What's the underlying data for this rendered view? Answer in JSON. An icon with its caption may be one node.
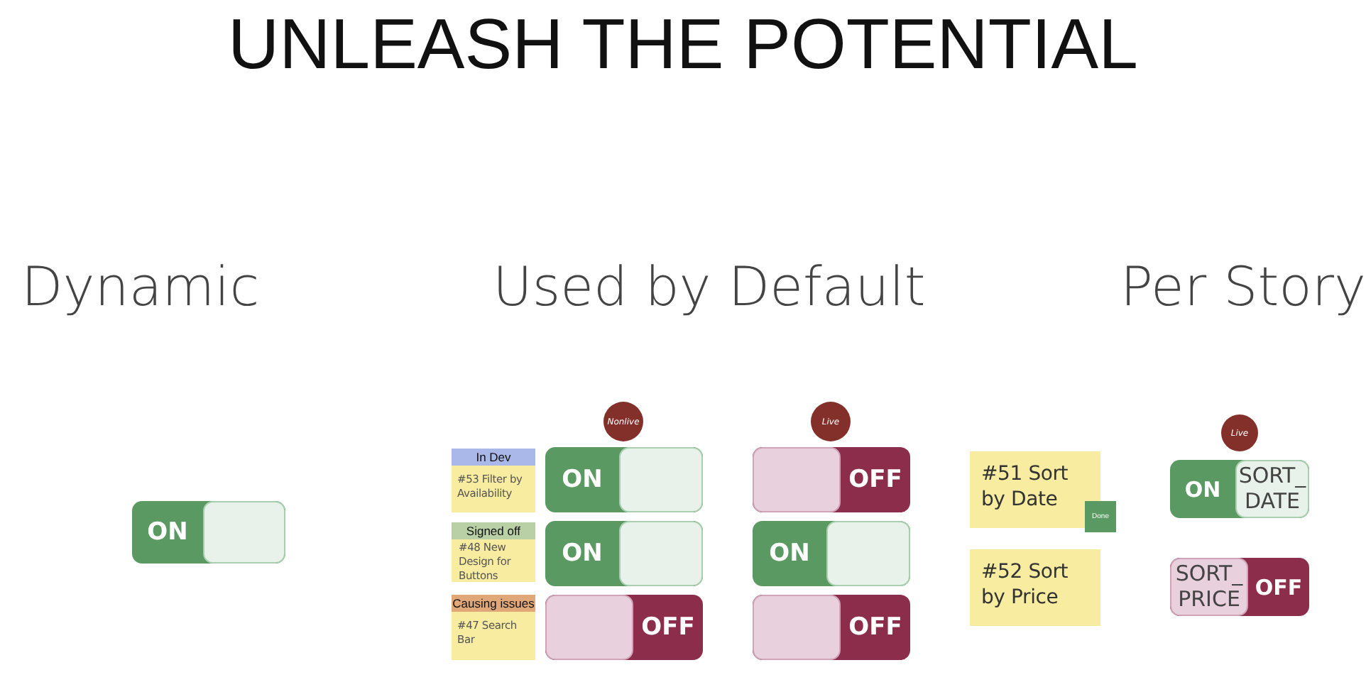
{
  "diagram": {
    "title": "UNLEASH THE POTENTIAL",
    "nodes": [
      {
        "text": [
          "ON"
        ]
      },
      {
        "text": [
          "Nonlive"
        ]
      },
      {
        "text": [
          "Live"
        ]
      },
      {
        "text": [
          "In Dev",
          "#53 Filter by Availability"
        ]
      },
      {
        "text": [
          "ON"
        ]
      },
      {
        "text": [
          "OFF"
        ]
      },
      {
        "text": [
          "Signed off",
          "#48 New Design for Buttons"
        ]
      },
      {
        "text": [
          "ON"
        ]
      },
      {
        "text": [
          "ON"
        ]
      },
      {
        "text": [
          "Causing issues",
          "#47 Search Bar"
        ]
      },
      {
        "text": [
          "OFF"
        ]
      },
      {
        "text": [
          "OFF"
        ]
      },
      {
        "text": [
          "#51 Sort by Date"
        ]
      },
      {
        "text": [
          "Done"
        ]
      },
      {
        "text": [
          "Live"
        ]
      },
      {
        "text": [
          "ON",
          "SORT_ DATE"
        ]
      },
      {
        "text": [
          "#52 Sort by Price"
        ]
      },
      {
        "text": [
          "SORT_ PRICE",
          "OFF"
        ]
      }
    ],
    "labels": [
      "Dynamic",
      "Used by Default",
      "Per Story"
    ]
  }
}
